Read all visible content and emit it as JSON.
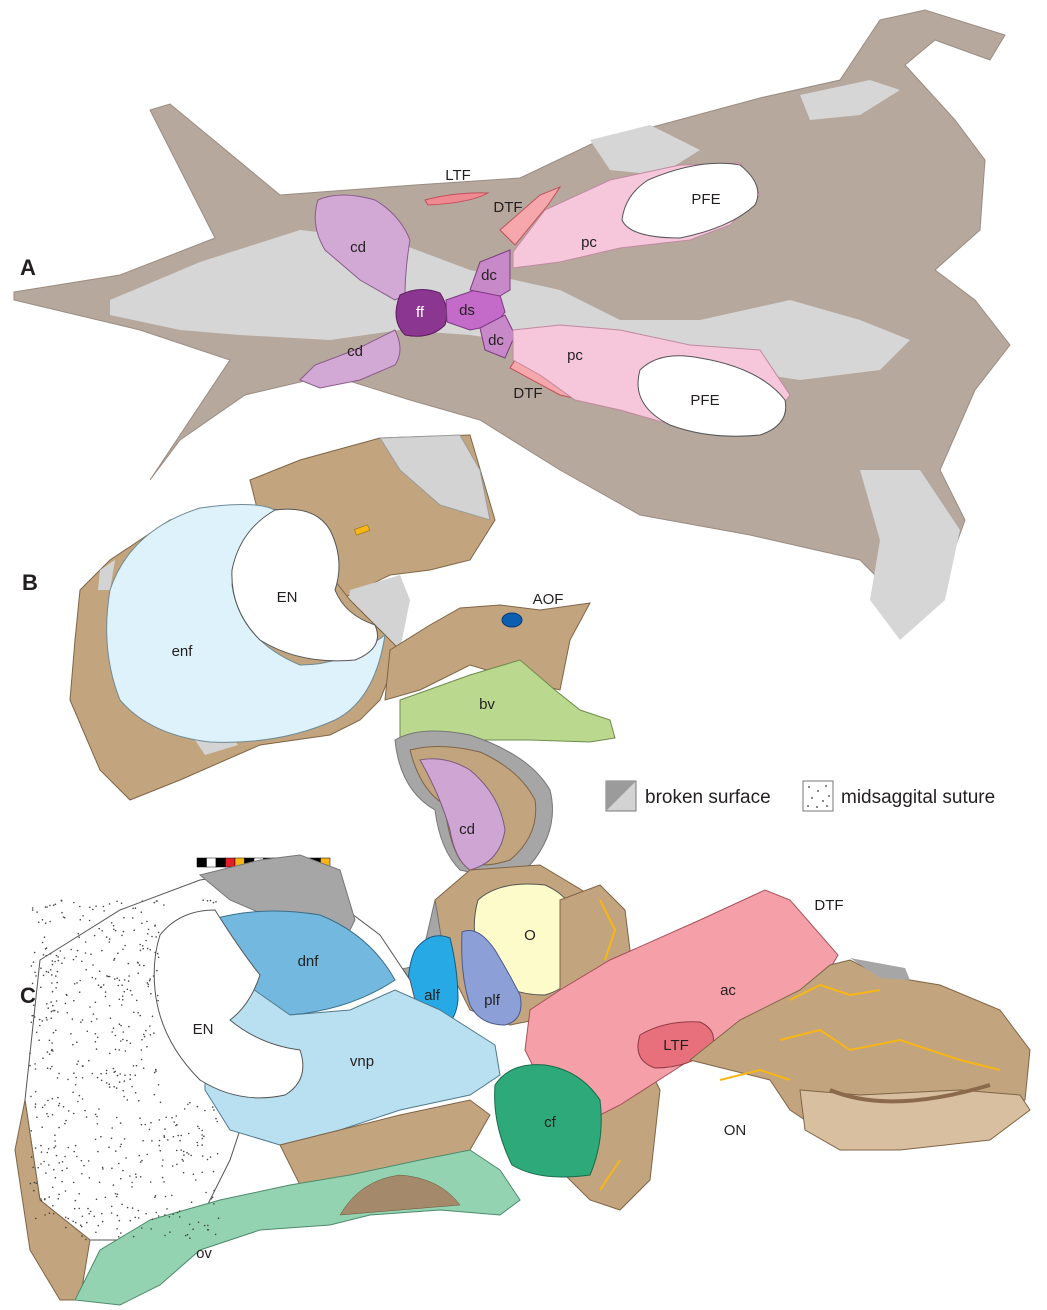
{
  "panels": {
    "a": "A",
    "b": "B",
    "c": "C"
  },
  "labels_a": {
    "ltf": "LTF",
    "dtf_top": "DTF",
    "dtf_bottom": "DTF",
    "cd_top": "cd",
    "cd_bottom": "cd",
    "ff": "ff",
    "ds": "ds",
    "dc_top": "dc",
    "dc_bottom": "dc",
    "pc_top": "pc",
    "pc_bottom": "pc",
    "pfe_top": "PFE",
    "pfe_bottom": "PFE"
  },
  "labels_b": {
    "en": "EN",
    "enf": "enf",
    "aof": "AOF",
    "bv": "bv"
  },
  "labels_c": {
    "cd": "cd",
    "o": "O",
    "dtf": "DTF",
    "ac": "ac",
    "ltf": "LTF",
    "alf": "alf",
    "plf": "plf",
    "dnf": "dnf",
    "en": "EN",
    "vnp": "vnp",
    "cf": "cf",
    "on": "ON",
    "ov": "ov"
  },
  "legend": {
    "broken": "broken surface",
    "suture": "midsaggital suture"
  },
  "colors": {
    "bone_grey": "#b8a99e",
    "cast_grey": "#d3d3d3",
    "bone_brown": "#c2a57f",
    "bone_dark": "#a8885f",
    "purple_light": "#cfa6d3",
    "purple_dark": "#8e3a96",
    "purple_mid": "#c069c2",
    "pink": "#f6c7dc",
    "salmon": "#f5a0a8",
    "red": "#e8707c",
    "light_blue": "#dff3fb",
    "sky": "#b9e0f1",
    "mid_blue": "#72b8df",
    "bright_blue": "#27a9e6",
    "periwinkle": "#8c9fd6",
    "yellow": "#fdfbc9",
    "green_light": "#b9d98c",
    "green": "#2ea97a",
    "mint": "#93d3b1",
    "dark_blue": "#0b5eb0",
    "orange": "#f8b616"
  }
}
